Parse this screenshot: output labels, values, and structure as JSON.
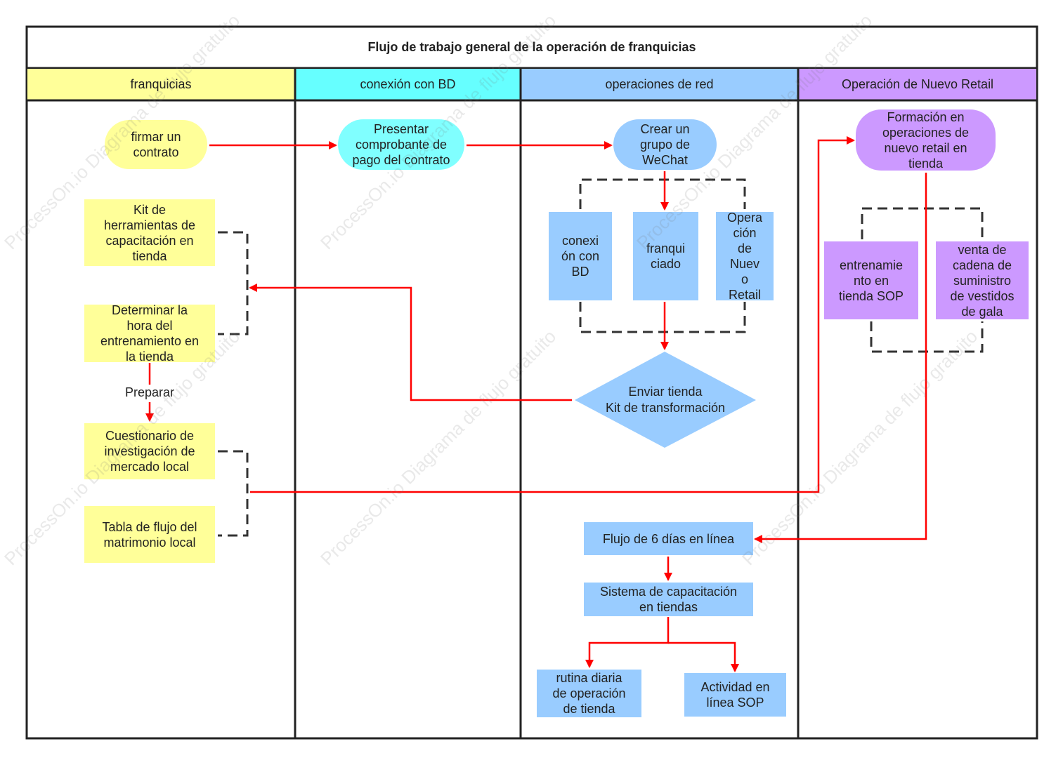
{
  "title": "Flujo de trabajo general de la operación de franquicias",
  "lanes": [
    {
      "label": "franquicias",
      "color": "#ffff99"
    },
    {
      "label": "conexión con BD",
      "color": "#66ffff"
    },
    {
      "label": "operaciones de red",
      "color": "#99ccff"
    },
    {
      "label": "Operación de Nuevo Retail",
      "color": "#cc99ff"
    }
  ],
  "nodes": {
    "firmar": "firmar un\ncontrato",
    "kit": "Kit de\nherramientas de\ncapacitación en\ntienda",
    "determinar": "Determinar la\nhora del\nentrenamiento en\nla tienda",
    "preparar": "Preparar",
    "cuestionario": "Cuestionario de\ninvestigación de\nmercado local",
    "tabla": "Tabla de flujo del\nmatrimonio local",
    "presentar": "Presentar\ncomprobante de\npago del contrato",
    "crear": "Crear un\ngrupo de\nWeChat",
    "conexion": "conexi\nón con\nBD",
    "franquiciado": "franqui\nciado",
    "operacion_nr": "Opera\nción\nde\nNuev\no\nRetail",
    "enviar": "Enviar tienda\nKit de transformación",
    "flujo6": "Flujo de 6 días en línea",
    "sistema": "Sistema de capacitación\nen tiendas",
    "rutina": "rutina diaria\nde operación\nde tienda",
    "actividad": "Actividad en\nlínea SOP",
    "formacion": "Formación en\noperaciones de\nnuevo retail en\ntienda",
    "entrenamiento": "entrenamie\nnto en\ntienda SOP",
    "venta": "venta de\ncadena de\nsuministro\nde vestidos\nde gala"
  },
  "watermark": "ProcessOn.io Diagrama de flujo gratuito",
  "colors": {
    "arrow": "#ff0000",
    "border": "#222222",
    "dashed": "#333333"
  }
}
